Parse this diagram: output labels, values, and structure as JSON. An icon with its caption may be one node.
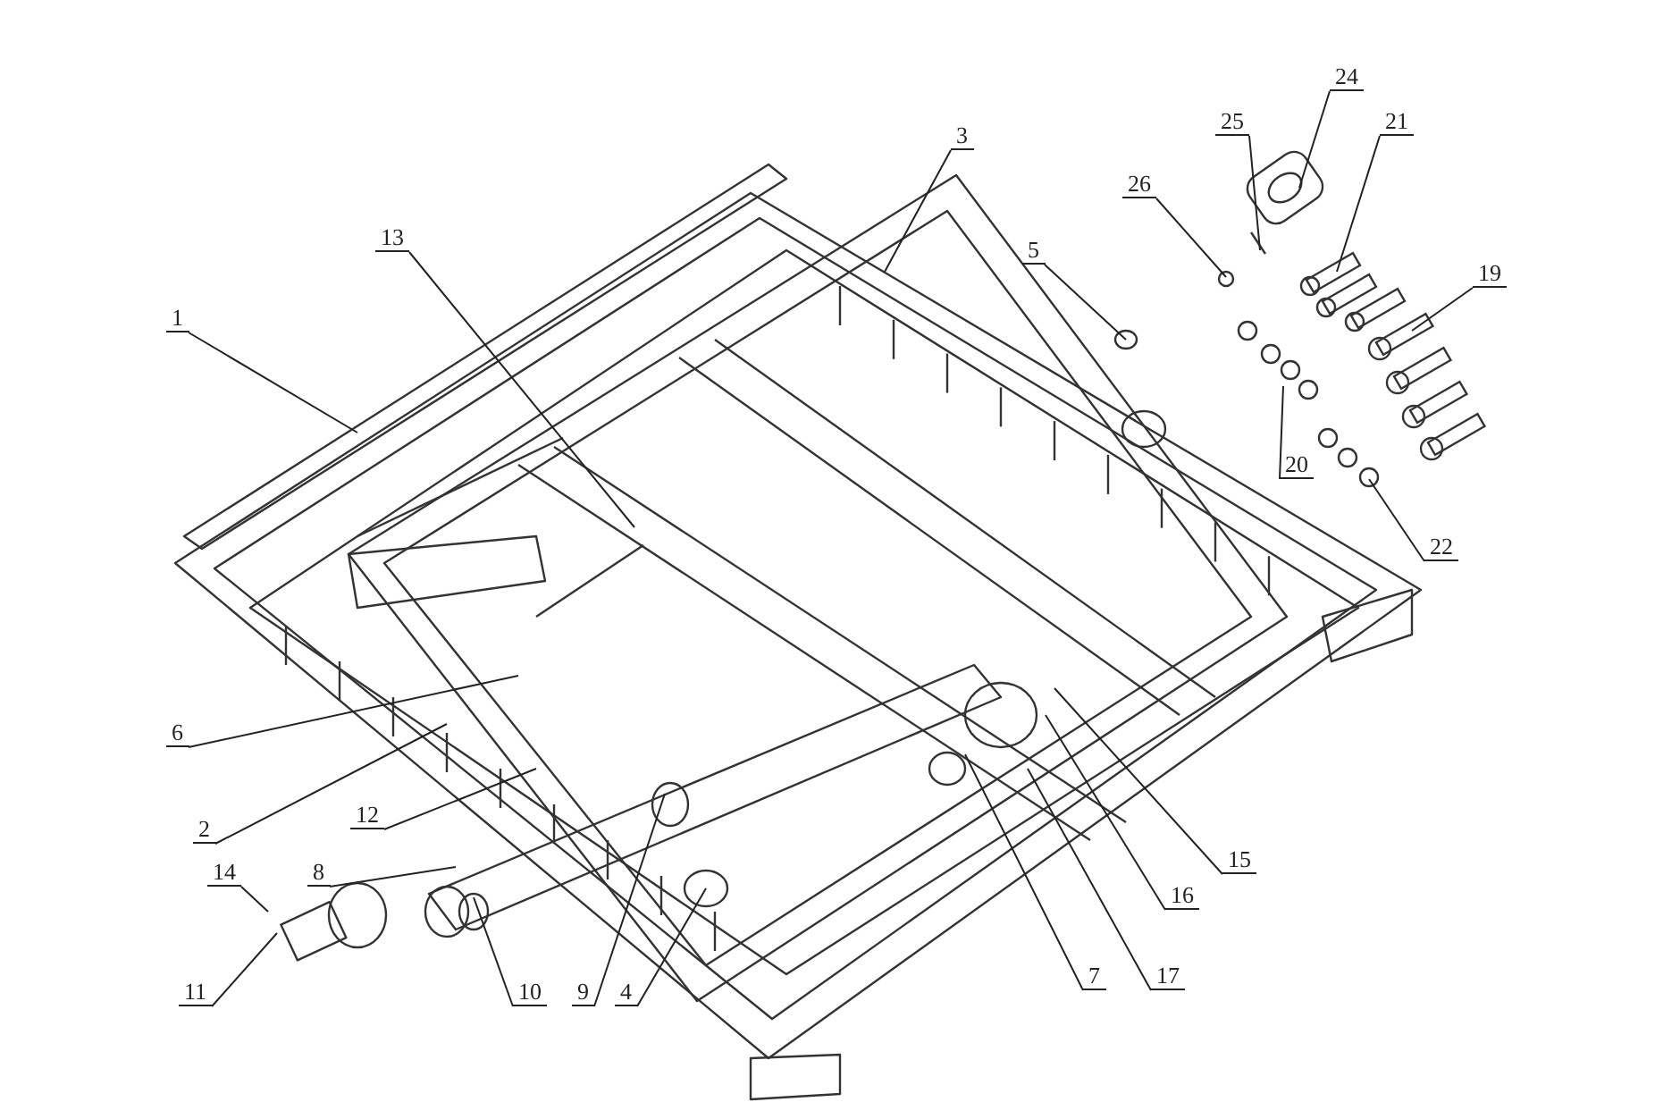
{
  "diagram": {
    "nodes": [
      {
        "text": [
          "24"
        ]
      },
      {
        "text": [
          "21"
        ]
      },
      {
        "text": [
          "25"
        ]
      },
      {
        "text": [
          "3"
        ]
      },
      {
        "text": [
          "26"
        ]
      },
      {
        "text": [
          "5"
        ]
      },
      {
        "text": [
          "13"
        ]
      },
      {
        "text": [
          "19"
        ]
      },
      {
        "text": [
          "1"
        ]
      },
      {
        "text": [
          "20"
        ]
      },
      {
        "text": [
          "22"
        ]
      },
      {
        "text": [
          "6"
        ]
      },
      {
        "text": [
          "15"
        ]
      },
      {
        "text": [
          "2"
        ]
      },
      {
        "text": [
          "12"
        ]
      },
      {
        "text": [
          "8"
        ]
      },
      {
        "text": [
          "14"
        ]
      },
      {
        "text": [
          "16"
        ]
      },
      {
        "text": [
          "7"
        ]
      },
      {
        "text": [
          "17"
        ]
      },
      {
        "text": [
          "11"
        ]
      },
      {
        "text": [
          "10"
        ]
      },
      {
        "text": [
          "9"
        ]
      },
      {
        "text": [
          "4"
        ]
      }
    ],
    "edges": [
      {
        "from": 0,
        "to": null,
        "arrow": "none"
      },
      {
        "from": 1,
        "to": null,
        "arrow": "none"
      },
      {
        "from": 2,
        "to": null,
        "arrow": "none"
      },
      {
        "from": 3,
        "to": null,
        "arrow": "none"
      },
      {
        "from": 4,
        "to": null,
        "arrow": "none"
      },
      {
        "from": 5,
        "to": null,
        "arrow": "none"
      },
      {
        "from": 6,
        "to": null,
        "arrow": "none"
      },
      {
        "from": 7,
        "to": null,
        "arrow": "none"
      },
      {
        "from": 8,
        "to": null,
        "arrow": "none"
      },
      {
        "from": 9,
        "to": null,
        "arrow": "none"
      },
      {
        "from": 10,
        "to": null,
        "arrow": "none"
      },
      {
        "from": 11,
        "to": null,
        "arrow": "none"
      },
      {
        "from": 12,
        "to": null,
        "arrow": "none"
      },
      {
        "from": 13,
        "to": null,
        "arrow": "none"
      },
      {
        "from": 14,
        "to": null,
        "arrow": "none"
      },
      {
        "from": 15,
        "to": null,
        "arrow": "none"
      },
      {
        "from": 16,
        "to": null,
        "arrow": "none"
      },
      {
        "from": 17,
        "to": null,
        "arrow": "none"
      },
      {
        "from": 18,
        "to": null,
        "arrow": "none"
      },
      {
        "from": 19,
        "to": null,
        "arrow": "none"
      },
      {
        "from": 20,
        "to": null,
        "arrow": "none"
      },
      {
        "from": 21,
        "to": null,
        "arrow": "none"
      },
      {
        "from": 22,
        "to": null,
        "arrow": "none"
      },
      {
        "from": 23,
        "to": null,
        "arrow": "none"
      }
    ]
  }
}
